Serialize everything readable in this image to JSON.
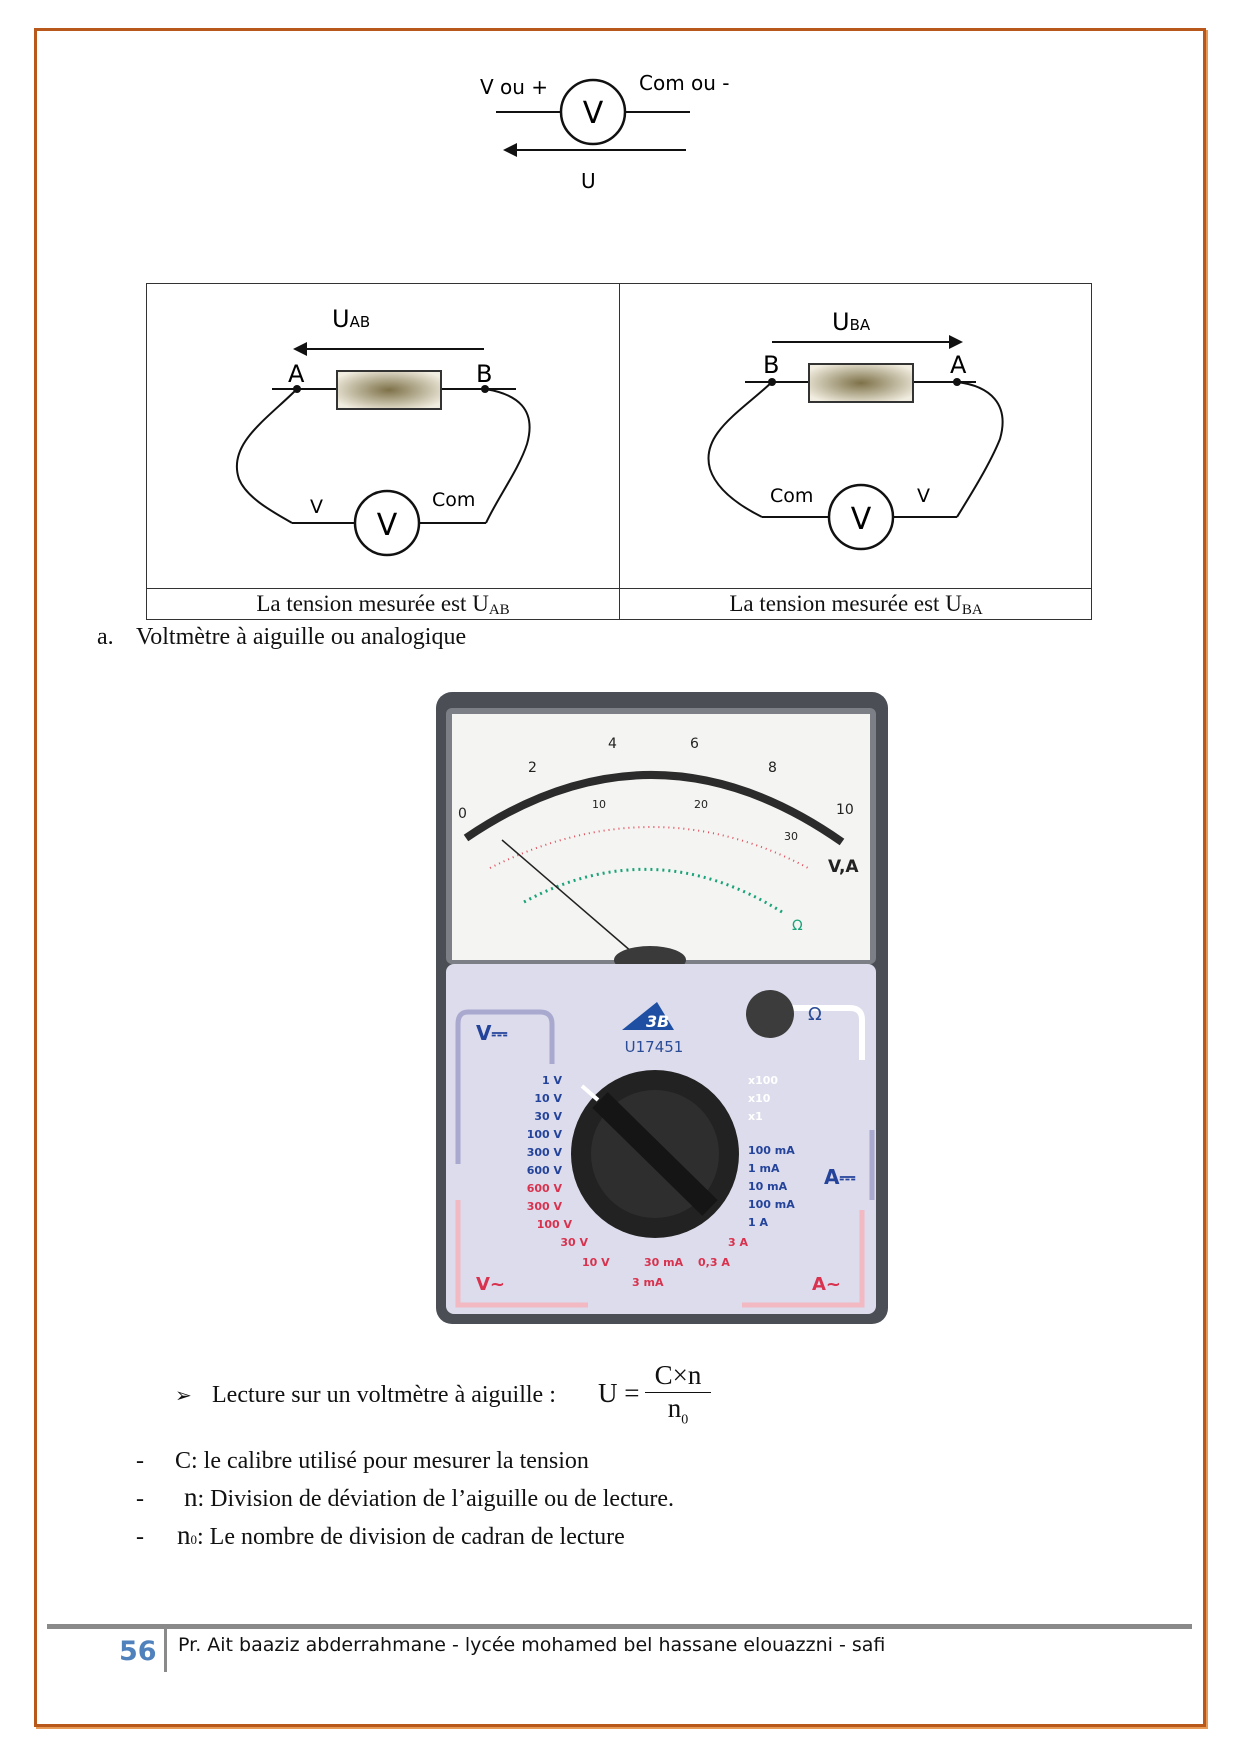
{
  "top_diagram": {
    "left_terminal": "V ou +",
    "right_terminal": "Com ou  -",
    "meter_symbol": "V",
    "voltage_label": "U"
  },
  "table": {
    "left": {
      "voltage_main": "U",
      "voltage_sub": "AB",
      "node_left": "A",
      "node_right": "B",
      "meter_left": "V",
      "meter_right": "Com",
      "meter_symbol": "V",
      "caption": "La tension mesurée est U",
      "caption_sub": "AB"
    },
    "right": {
      "voltage_main": "U",
      "voltage_sub": "BA",
      "node_left": "B",
      "node_right": "A",
      "meter_left": "Com",
      "meter_right": "V",
      "meter_symbol": "V",
      "caption": "La tension mesurée est U",
      "caption_sub": "BA"
    }
  },
  "section": {
    "marker": "a.",
    "title": "Voltmètre à aiguille ou analogique"
  },
  "multimeter": {
    "model": "U17451",
    "brand": "3B",
    "scale_top": [
      "0",
      "2",
      "4",
      "6",
      "8",
      "10"
    ],
    "scale_mid": [
      "10",
      "20",
      "30"
    ],
    "unit": "V,A",
    "ohm": "Ω",
    "dc_volt_label": "V⎓",
    "dc_amp_label": "A⎓",
    "ac_volt_label": "V~",
    "ac_amp_label": "A~",
    "dc_volt_ranges": [
      "1 V",
      "10 V",
      "30 V",
      "100 V",
      "300 V",
      "600 V"
    ],
    "ac_volt_ranges": [
      "600 V",
      "300 V",
      "100 V",
      "30 V",
      "10 V"
    ],
    "ac_amp_ranges": [
      "3 mA",
      "30 mA",
      "0,3 A",
      "3 A"
    ],
    "dc_amp_ranges": [
      "1 A",
      "100 mA",
      "10 mA",
      "1 mA",
      "100 mA"
    ],
    "ohm_ranges": [
      "x100",
      "x10",
      "x1"
    ]
  },
  "formula": {
    "bullet": "➢",
    "label": "Lecture sur un voltmètre à aiguille :",
    "lhs": "U =",
    "numerator": "C×n",
    "denominator": "n",
    "denominator_sub": "0"
  },
  "definitions": [
    {
      "dash": "-",
      "symbol": "C",
      "sub": "",
      "text": " : le calibre utilisé pour mesurer la tension"
    },
    {
      "dash": "-",
      "symbol": "n",
      "sub": "",
      "text": " :  Division de déviation de l’aiguille ou de lecture."
    },
    {
      "dash": "-",
      "symbol": "n",
      "sub": "0",
      "text": " : Le nombre de division de cadran de lecture"
    }
  ],
  "footer": {
    "page_number": "56",
    "text": "Pr. Ait baaziz abderrahmane   - lycée mohamed bel hassane elouazzni - safi"
  }
}
